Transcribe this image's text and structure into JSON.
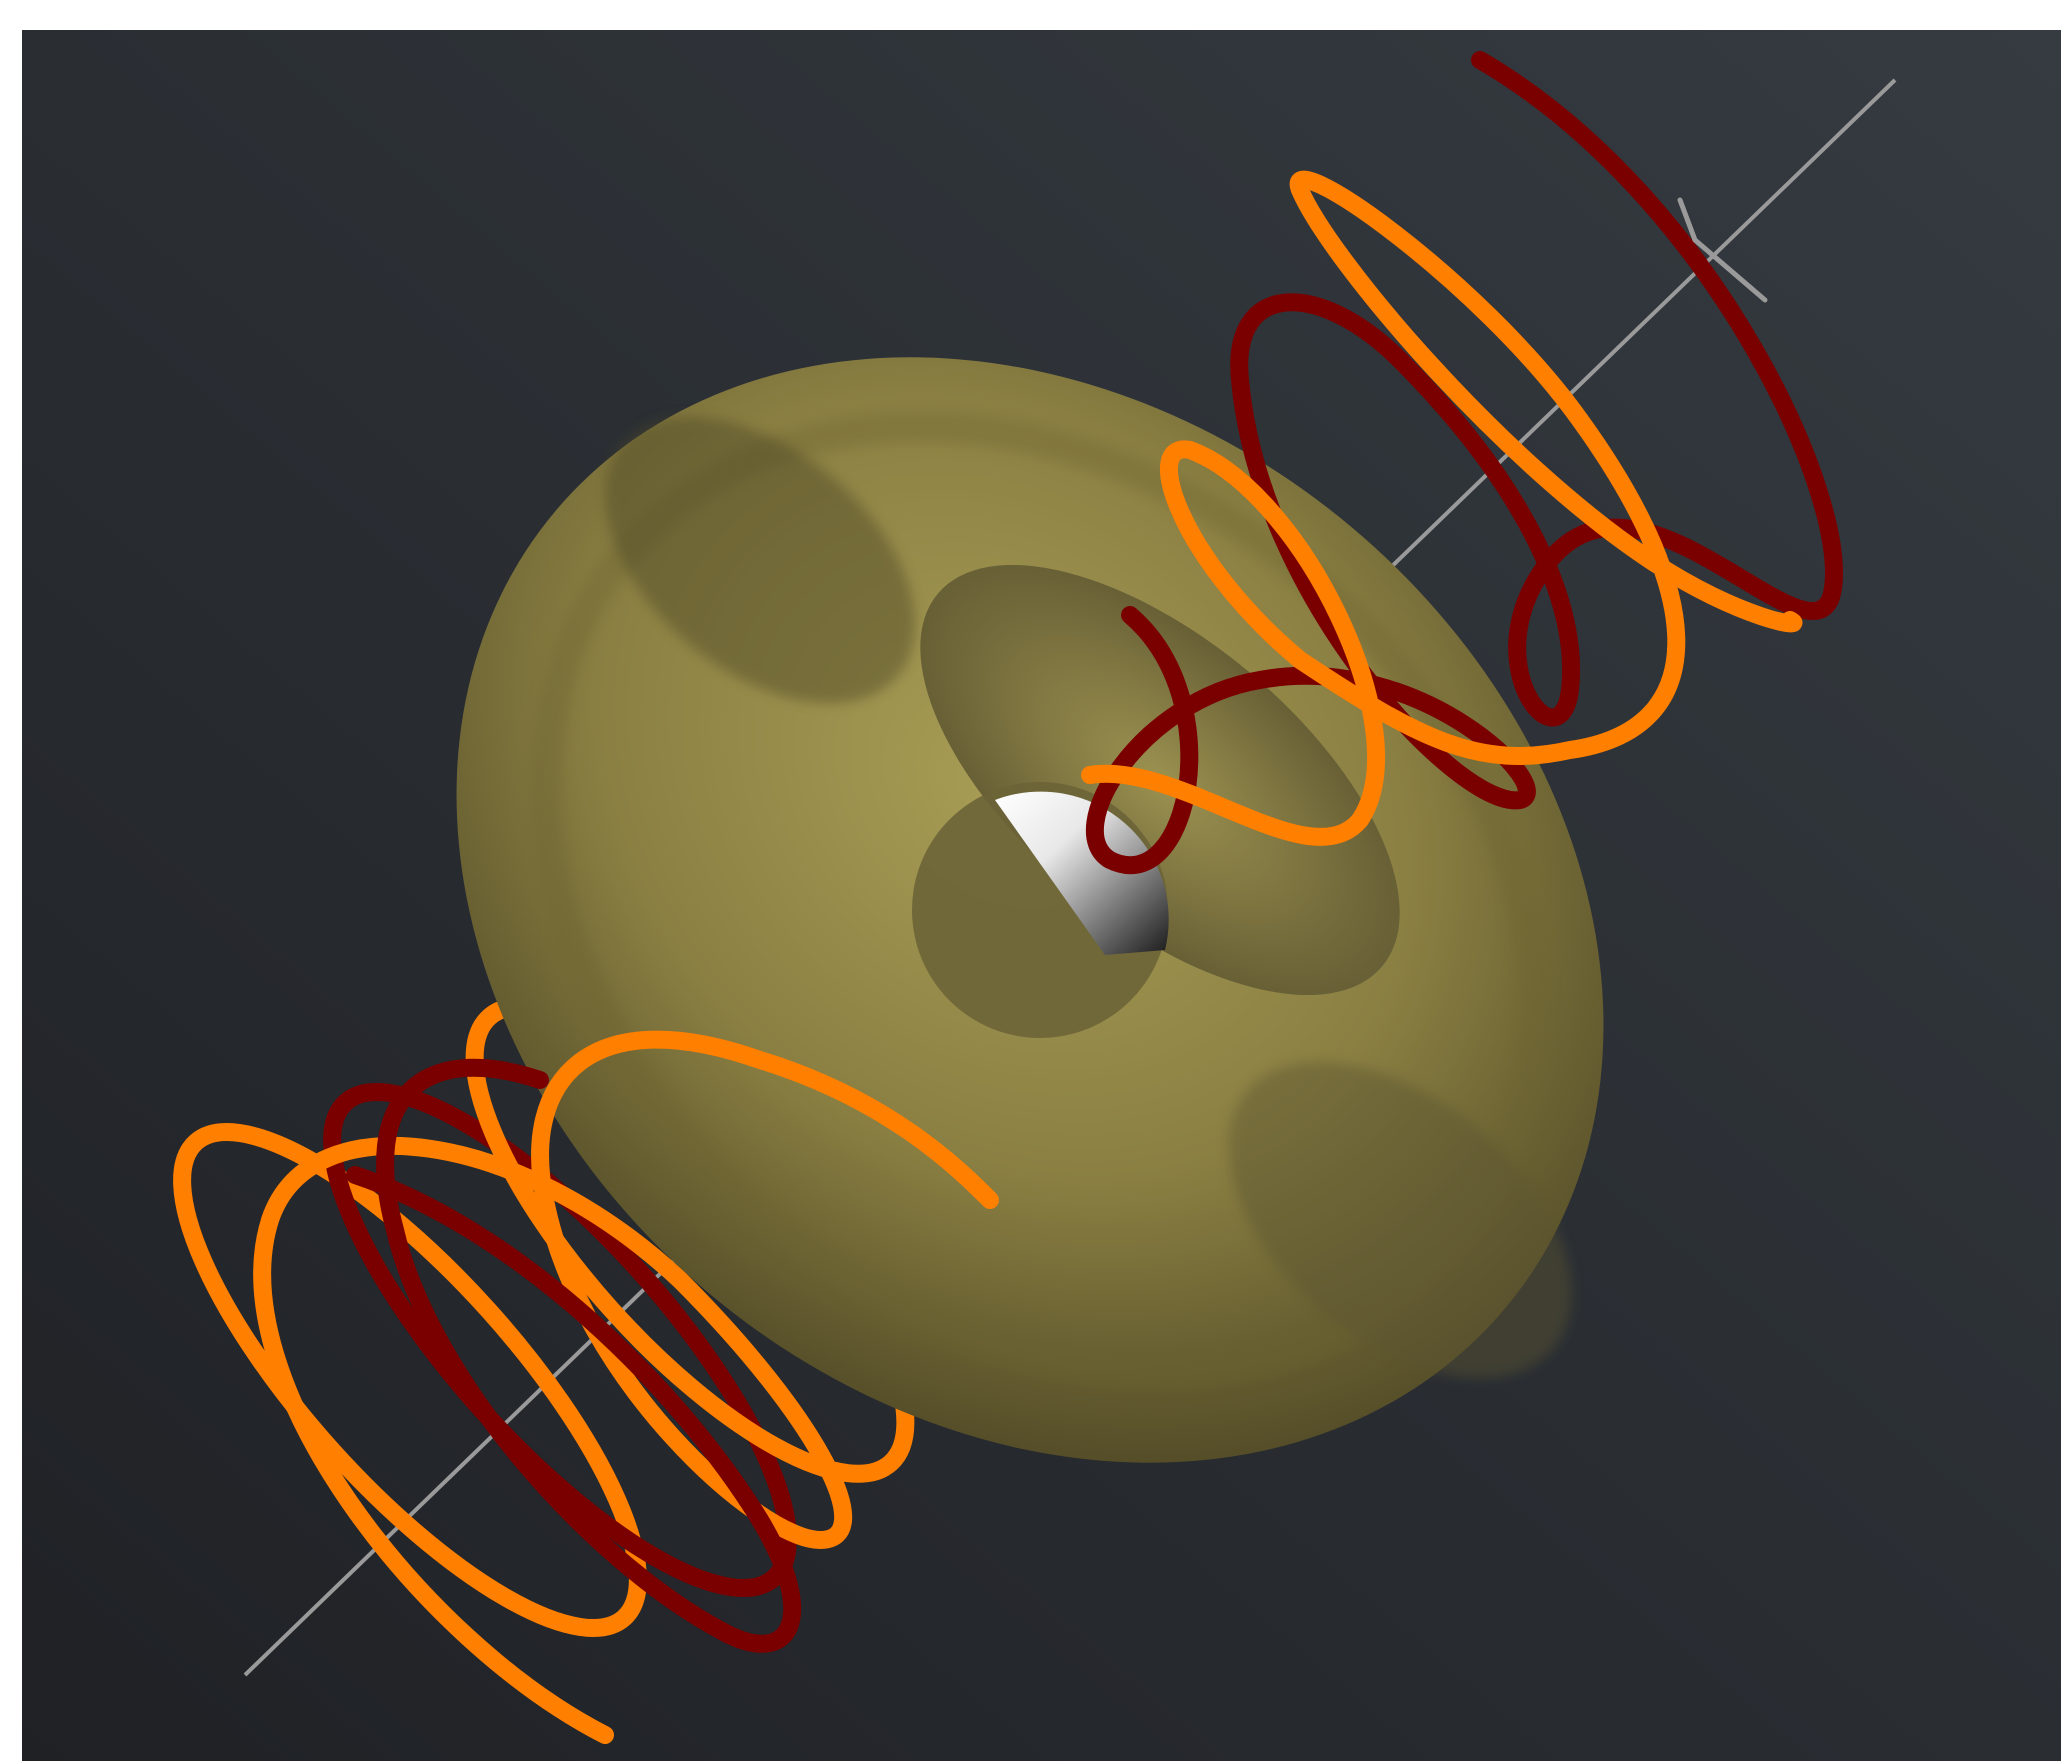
{
  "scene": {
    "colors": {
      "frame": "#ffffff",
      "background_light": "#353b41",
      "background_dark": "#1f2125",
      "torus_light": "#a89d55",
      "torus_mid": "#8a7f42",
      "torus_dark": "#4d4624",
      "sphere_light": "#ffffff",
      "sphere_dark": "#1a1a1a",
      "helix_orange": "#ff7f00",
      "helix_dark_red": "#7a0000",
      "axis_line": "#9a9a9a"
    },
    "objects": [
      "background",
      "torus",
      "sphere",
      "helix-orange",
      "helix-dark-red",
      "axis-line",
      "axis-arrow-icon"
    ]
  }
}
